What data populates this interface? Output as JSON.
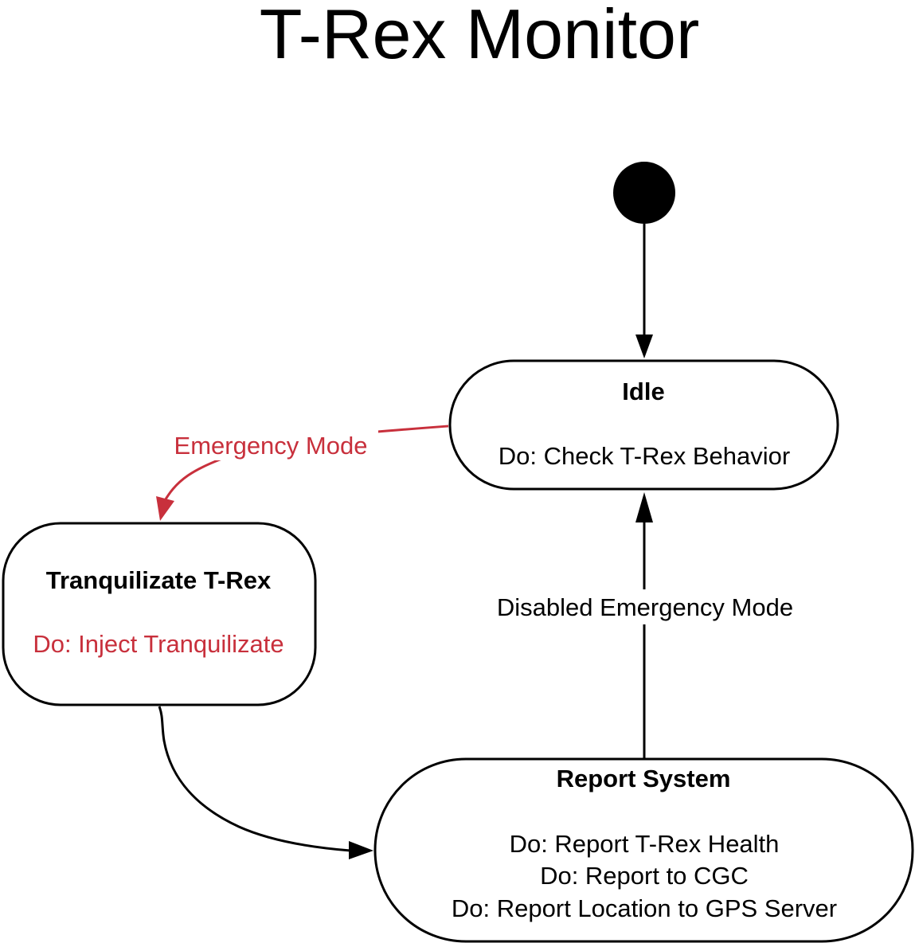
{
  "title": "T-Rex Monitor",
  "colors": {
    "line": "#000000",
    "accent": "#c8303c",
    "fill": "#ffffff"
  },
  "states": {
    "idle": {
      "name": "Idle",
      "actions": [
        "Do: Check  T-Rex Behavior"
      ]
    },
    "tranquilize": {
      "name": "Tranquilizate T-Rex",
      "actions": [
        "Do: Inject Tranquilizate"
      ]
    },
    "report": {
      "name": "Report System",
      "actions": [
        "Do: Report T-Rex Health",
        "Do: Report to CGC",
        "Do: Report Location to GPS Server"
      ]
    }
  },
  "transitions": {
    "emergency": {
      "label": "Emergency Mode"
    },
    "disabled_emergency": {
      "label": "Disabled Emergency Mode"
    }
  }
}
